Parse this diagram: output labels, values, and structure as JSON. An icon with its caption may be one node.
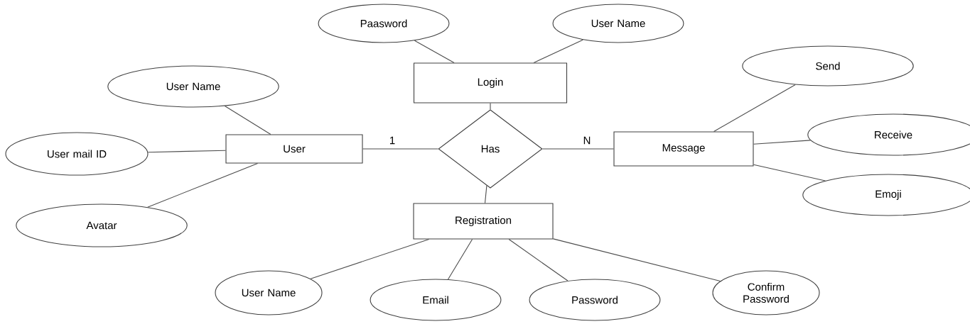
{
  "diagram": {
    "nodes": [
      {
        "text": [
          "Login"
        ]
      },
      {
        "text": [
          "Paasword"
        ]
      },
      {
        "text": [
          "User Name"
        ]
      },
      {
        "text": [
          "User"
        ]
      },
      {
        "text": [
          "User Name"
        ]
      },
      {
        "text": [
          "User mail ID"
        ]
      },
      {
        "text": [
          "Avatar"
        ]
      },
      {
        "text": [
          "Has"
        ]
      },
      {
        "text": [
          "Message"
        ]
      },
      {
        "text": [
          "Send"
        ]
      },
      {
        "text": [
          "Receive"
        ]
      },
      {
        "text": [
          "Emoji"
        ]
      },
      {
        "text": [
          "Registration"
        ]
      },
      {
        "text": [
          "User Name"
        ]
      },
      {
        "text": [
          "Email"
        ]
      },
      {
        "text": [
          "Password"
        ]
      },
      {
        "text": [
          "Confirm Password"
        ]
      }
    ],
    "edges": [
      {
        "from": 1,
        "to": 0,
        "arrow": "none"
      },
      {
        "from": 2,
        "to": 0,
        "arrow": "none"
      },
      {
        "from": 4,
        "to": 3,
        "arrow": "none"
      },
      {
        "from": 5,
        "to": 3,
        "arrow": "none"
      },
      {
        "from": 6,
        "to": 3,
        "arrow": "none"
      },
      {
        "from": 3,
        "to": 7,
        "arrow": "none",
        "label": "1"
      },
      {
        "from": 7,
        "to": 8,
        "arrow": "none",
        "label": "N"
      },
      {
        "from": 0,
        "to": 7,
        "arrow": "none"
      },
      {
        "from": 7,
        "to": 12,
        "arrow": "none"
      },
      {
        "from": 9,
        "to": 8,
        "arrow": "none"
      },
      {
        "from": 10,
        "to": 8,
        "arrow": "none"
      },
      {
        "from": 11,
        "to": 8,
        "arrow": "none"
      },
      {
        "from": 13,
        "to": 12,
        "arrow": "none"
      },
      {
        "from": 14,
        "to": 12,
        "arrow": "none"
      },
      {
        "from": 15,
        "to": 12,
        "arrow": "none"
      },
      {
        "from": 16,
        "to": 12,
        "arrow": "none"
      }
    ]
  }
}
